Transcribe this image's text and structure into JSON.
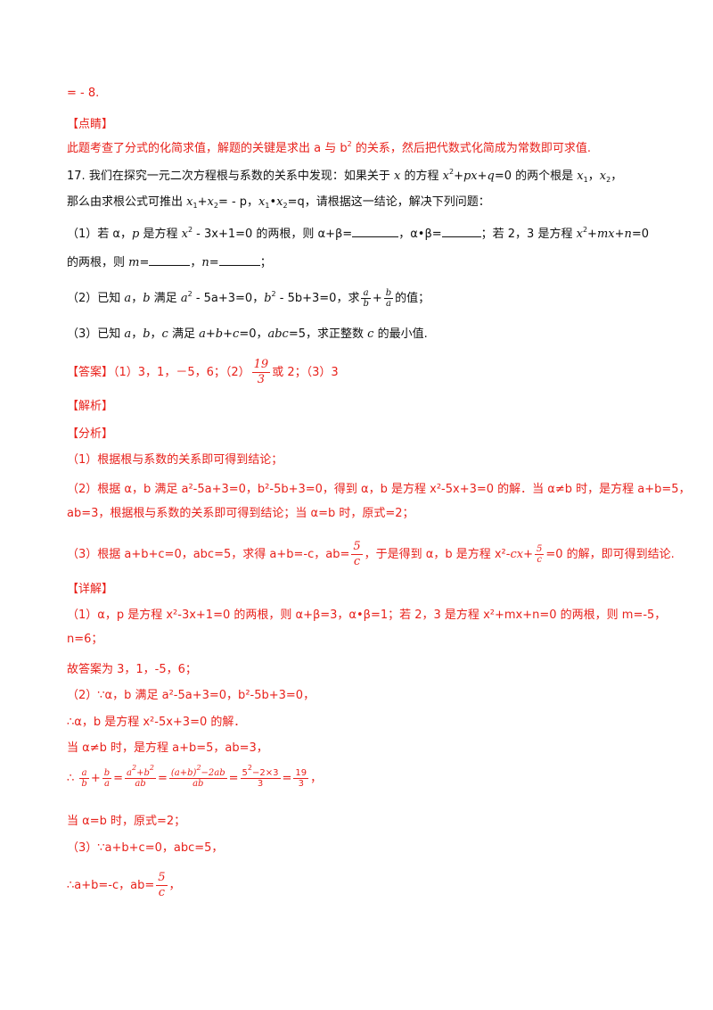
{
  "top_line": "= - 8.",
  "dianjing": {
    "title": "【点睛】",
    "text_before": "此题考查了分式的化简求值，解题的关键是求出 a 与 b",
    "text_after": " 的关系，然后把代数式化简成为常数即可求值."
  },
  "question": {
    "number": "17.",
    "intro_1": "我们在探究一元二次方程根与系数的关系中发现：如果关于",
    "intro_2": "的方程",
    "intro_3": "=0 的两个根是",
    "line2_a": "那么由求根公式可推出",
    "line2_b": "= - p，",
    "line2_c": "=q，请根据这一结论，解决下列问题：",
    "p1_a": "（1）若 α，",
    "p1_b": " 是方程",
    "p1_c": " - 3x+1=0 的两根，则 α+β=",
    "p1_d": "，α•β=",
    "p1_e": "；若 2，3 是方程",
    "p1_f": "=0",
    "p1_line2_a": "的两根，则",
    "p1_line2_b": "，",
    "p1_line2_c": "；",
    "p2_a": "（2）已知",
    "p2_b": "满足",
    "p2_c": " - 5a+3=0，",
    "p2_d": " - 5b+3=0，求",
    "p2_e": "的值；",
    "p3_a": "（3）已知",
    "p3_b": "满足",
    "p3_c": "=0，",
    "p3_d": "=5，求正整数",
    "p3_e": "的最小值."
  },
  "answer": {
    "label": "【答案】",
    "part1": "（1）3，1，－5，6；（2）",
    "frac_num": "19",
    "frac_den": "3",
    "part2": "或 2；（3）3"
  },
  "jiexi": {
    "title": "【解析】"
  },
  "fenxi": {
    "title": "【分析】",
    "l1": "（1）根据根与系数的关系即可得到结论；",
    "l2": "（2）根据 α，b 满足 a²-5a+3=0，b²-5b+3=0，得到 α，b 是方程 x²-5x+3=0 的解．当 α≠b 时，是方程 a+b=5，",
    "l3": "ab=3，根据根与系数的关系即可得到结论；当 α=b 时，原式=2；",
    "l4_a": "（3）根据 a+b+c=0，abc=5，求得 a+b=-c，ab=",
    "l4_b": "，于是得到 α，b 是方程 x²-",
    "l4_c": "=0 的解，即可得到结论."
  },
  "xiangjie": {
    "title": "【详解】",
    "l1": "（1）α，p 是方程 x²-3x+1=0 的两根，则 α+β=3，α•β=1；若 2，3 是方程 x²+mx+n=0 的两根，则 m=-5，",
    "l2": "n=6；",
    "l3": "故答案为 3，1，-5，6；",
    "l4": "（2）∵α，b 满足 a²-5a+3=0，b²-5b+3=0，",
    "l5": "∴α，b 是方程 x²-5x+3=0 的解．",
    "l6": "当 α≠b 时，是方程 a+b=5，ab=3，",
    "l7_prefix": "∴",
    "l8": "当 α=b 时，原式=2；",
    "l9": "（3）∵a+b+c=0，abc=5，",
    "l10_a": "∴a+b=-c，ab=",
    "l10_b": "，"
  }
}
